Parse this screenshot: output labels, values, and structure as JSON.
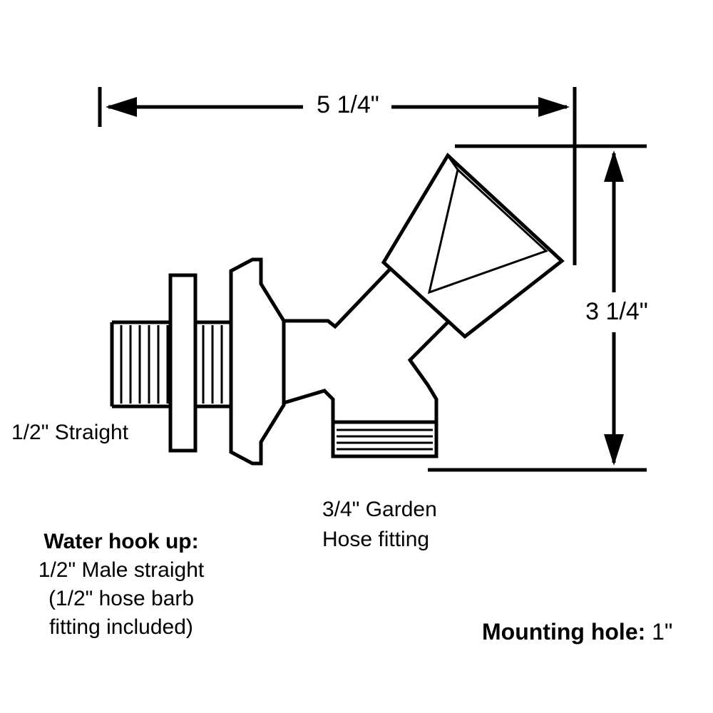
{
  "page": {
    "background": "#ffffff",
    "ink": "#000000",
    "drawing_name": "angled-sillcock-faucet-line-drawing"
  },
  "dimensions": {
    "width_label": "5 1/4\"",
    "height_label": "3 1/4\""
  },
  "labels": {
    "inlet": "1/2\" Straight",
    "outlet_line1": "3/4\" Garden",
    "outlet_line2": "Hose fitting",
    "hookup_title": "Water hook up:",
    "hookup_line1": "1/2\" Male straight",
    "hookup_line2": "(1/2\" hose barb",
    "hookup_line3": "fitting included)",
    "mounting_label": "Mounting hole:",
    "mounting_value": " 1\""
  }
}
